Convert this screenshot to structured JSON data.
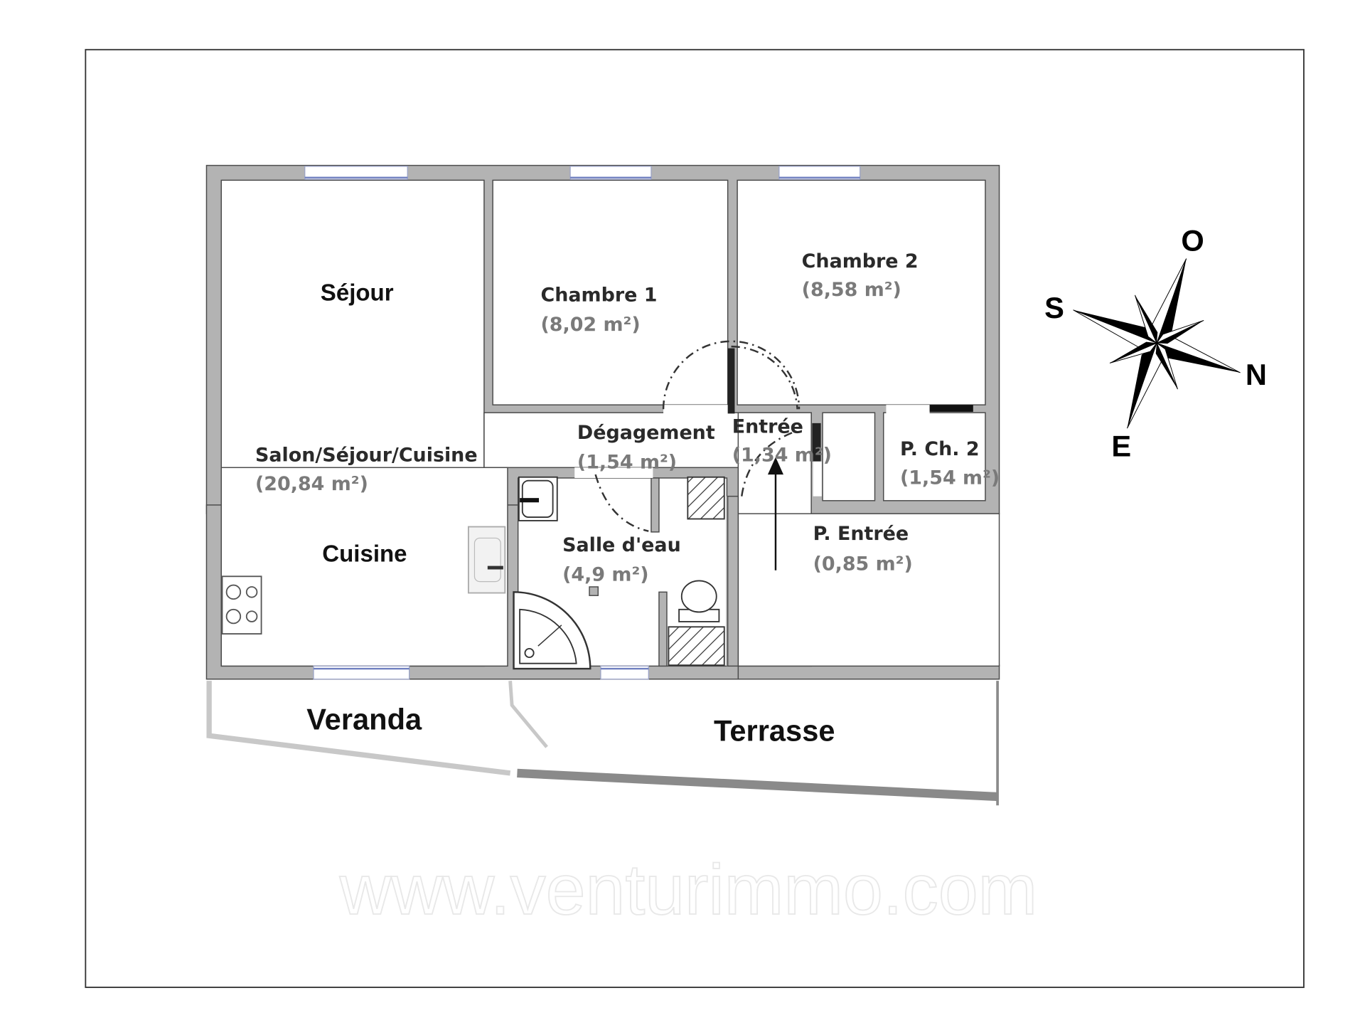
{
  "plan": {
    "rooms": {
      "sejour": {
        "name": "Séjour"
      },
      "salon": {
        "name": "Salon/Séjour/Cuisine",
        "area": "(20,84 m²)"
      },
      "cuisine": {
        "name": "Cuisine"
      },
      "chambre1": {
        "name": "Chambre 1",
        "area": "(8,02 m²)"
      },
      "chambre2": {
        "name": "Chambre 2",
        "area": "(8,58 m²)"
      },
      "degagement": {
        "name": "Dégagement",
        "area": "(1,54 m²)"
      },
      "entree": {
        "name": "Entrée",
        "area": "(1,34 m²)"
      },
      "pch2": {
        "name": "P. Ch. 2",
        "area": "(1,54 m²)"
      },
      "pentree": {
        "name": "P. Entrée",
        "area": "(0,85 m²)"
      },
      "salle_eau": {
        "name": "Salle d'eau",
        "area": "(4,9 m²)"
      },
      "veranda": {
        "name": "Veranda"
      },
      "terrasse": {
        "name": "Terrasse"
      }
    },
    "watermark": "www.venturimmo.com"
  },
  "compass": {
    "north": "N",
    "south": "S",
    "east": "E",
    "west": "O"
  }
}
